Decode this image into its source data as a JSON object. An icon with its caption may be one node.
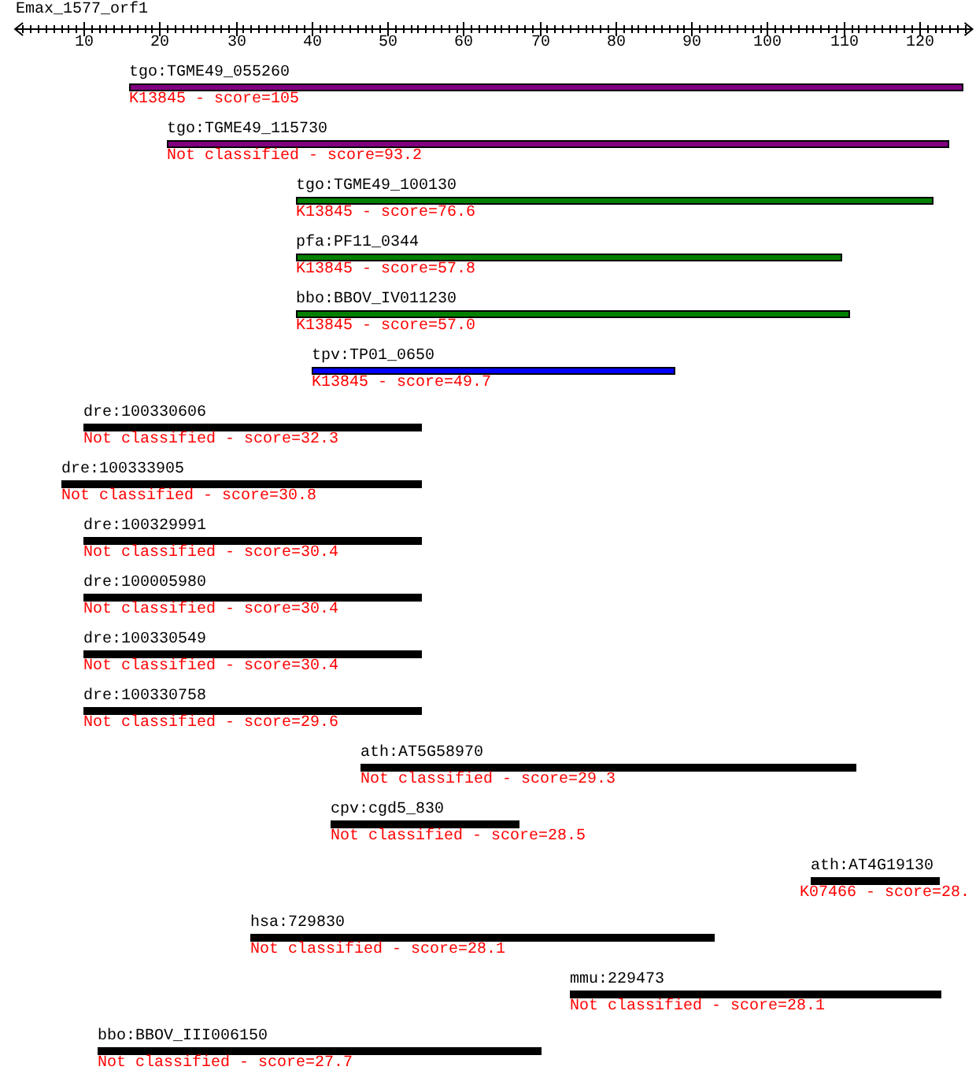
{
  "diagram": {
    "title": "Emax_1577_orf1",
    "nodes": [
      {
        "text": [
          "tgo:TGME49_055260",
          "K13845 - score=105"
        ]
      },
      {
        "text": [
          "tgo:TGME49_115730",
          "Not classified - score=93.2"
        ]
      },
      {
        "text": [
          "tgo:TGME49_100130",
          "K13845 - score=76.6"
        ]
      },
      {
        "text": [
          "pfa:PF11_0344",
          "K13845 - score=57.8"
        ]
      },
      {
        "text": [
          "bbo:BBOV_IV011230",
          "K13845 - score=57.0"
        ]
      },
      {
        "text": [
          "tpv:TP01_0650",
          "K13845 - score=49.7"
        ]
      },
      {
        "text": [
          "dre:100330606",
          "Not classified - score=32.3"
        ]
      },
      {
        "text": [
          "dre:100333905",
          "Not classified - score=30.8"
        ]
      },
      {
        "text": [
          "dre:100329991",
          "Not classified - score=30.4"
        ]
      },
      {
        "text": [
          "dre:100005980",
          "Not classified - score=30.4"
        ]
      },
      {
        "text": [
          "dre:100330549",
          "Not classified - score=30.4"
        ]
      },
      {
        "text": [
          "dre:100330758",
          "Not classified - score=29.6"
        ]
      },
      {
        "text": [
          "ath:AT5G58970",
          "Not classified - score=29.3"
        ]
      },
      {
        "text": [
          "cpv:cgd5_830",
          "Not classified - score=28.5"
        ]
      },
      {
        "text": [
          "ath:AT4G19130",
          "K07466 - score=28."
        ]
      },
      {
        "text": [
          "hsa:729830",
          "Not classified - score=28.1"
        ]
      },
      {
        "text": [
          "mmu:229473",
          "Not classified - score=28.1"
        ]
      },
      {
        "text": [
          "bbo:BBOV_III006150",
          "Not classified - score=27.7"
        ]
      }
    ],
    "labels": [
      "10",
      "20",
      "30",
      "40",
      "50",
      "60",
      "70",
      "80",
      "90",
      "100",
      "110",
      "120"
    ]
  }
}
